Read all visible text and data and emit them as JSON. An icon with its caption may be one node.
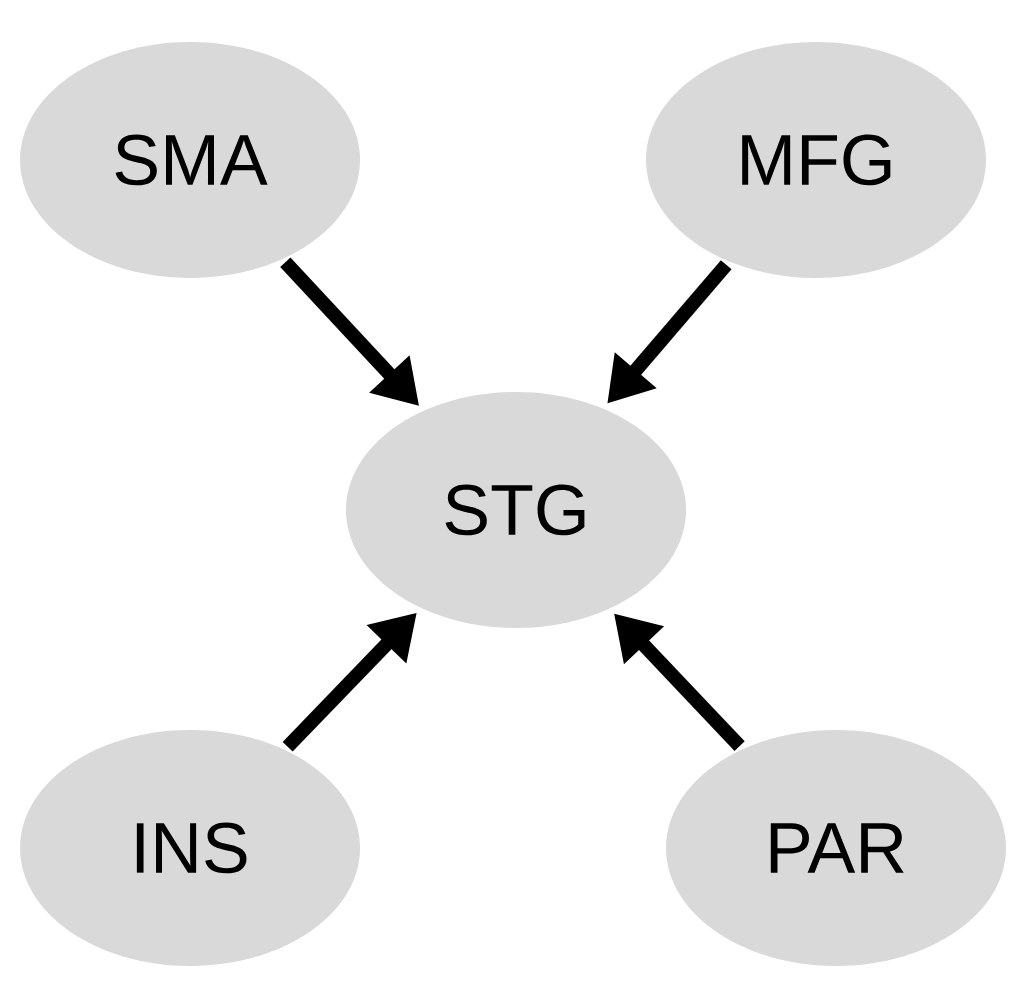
{
  "diagram": {
    "nodes": [
      {
        "text": [
          "SMA"
        ]
      },
      {
        "text": [
          "MFG"
        ]
      },
      {
        "text": [
          "STG"
        ]
      },
      {
        "text": [
          "INS"
        ]
      },
      {
        "text": [
          "PAR"
        ]
      }
    ],
    "edges": [
      {
        "from": 0,
        "to": 2,
        "arrow": "to"
      },
      {
        "from": 1,
        "to": 2,
        "arrow": "to"
      },
      {
        "from": 3,
        "to": 2,
        "arrow": "to"
      },
      {
        "from": 4,
        "to": 2,
        "arrow": "to"
      }
    ]
  }
}
